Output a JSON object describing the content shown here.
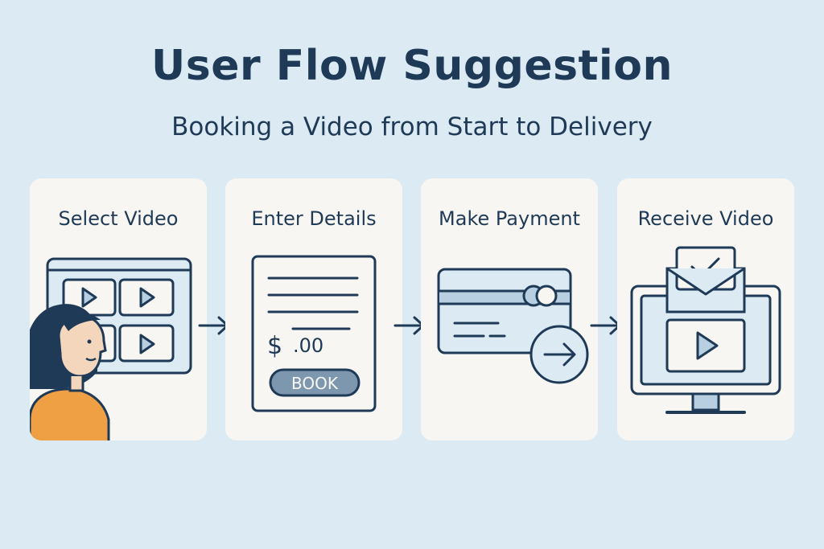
{
  "header": {
    "title": "User Flow Suggestion",
    "subtitle": "Booking a Video from Start to Delivery"
  },
  "steps": [
    {
      "label": "Select Video",
      "icon": "video-grid-icon"
    },
    {
      "label": "Enter Details",
      "icon": "booking-form-icon",
      "form": {
        "currency": "$",
        "amount": ".00",
        "button": "BOOK"
      }
    },
    {
      "label": "Make Payment",
      "icon": "credit-card-icon"
    },
    {
      "label": "Receive Video",
      "icon": "monitor-email-icon"
    }
  ],
  "colors": {
    "background": "#dceaf4",
    "card": "#f7f6f2",
    "ink": "#1f3a56",
    "accent_blue": "#b7cfe0",
    "accent_orange": "#f0a044"
  }
}
